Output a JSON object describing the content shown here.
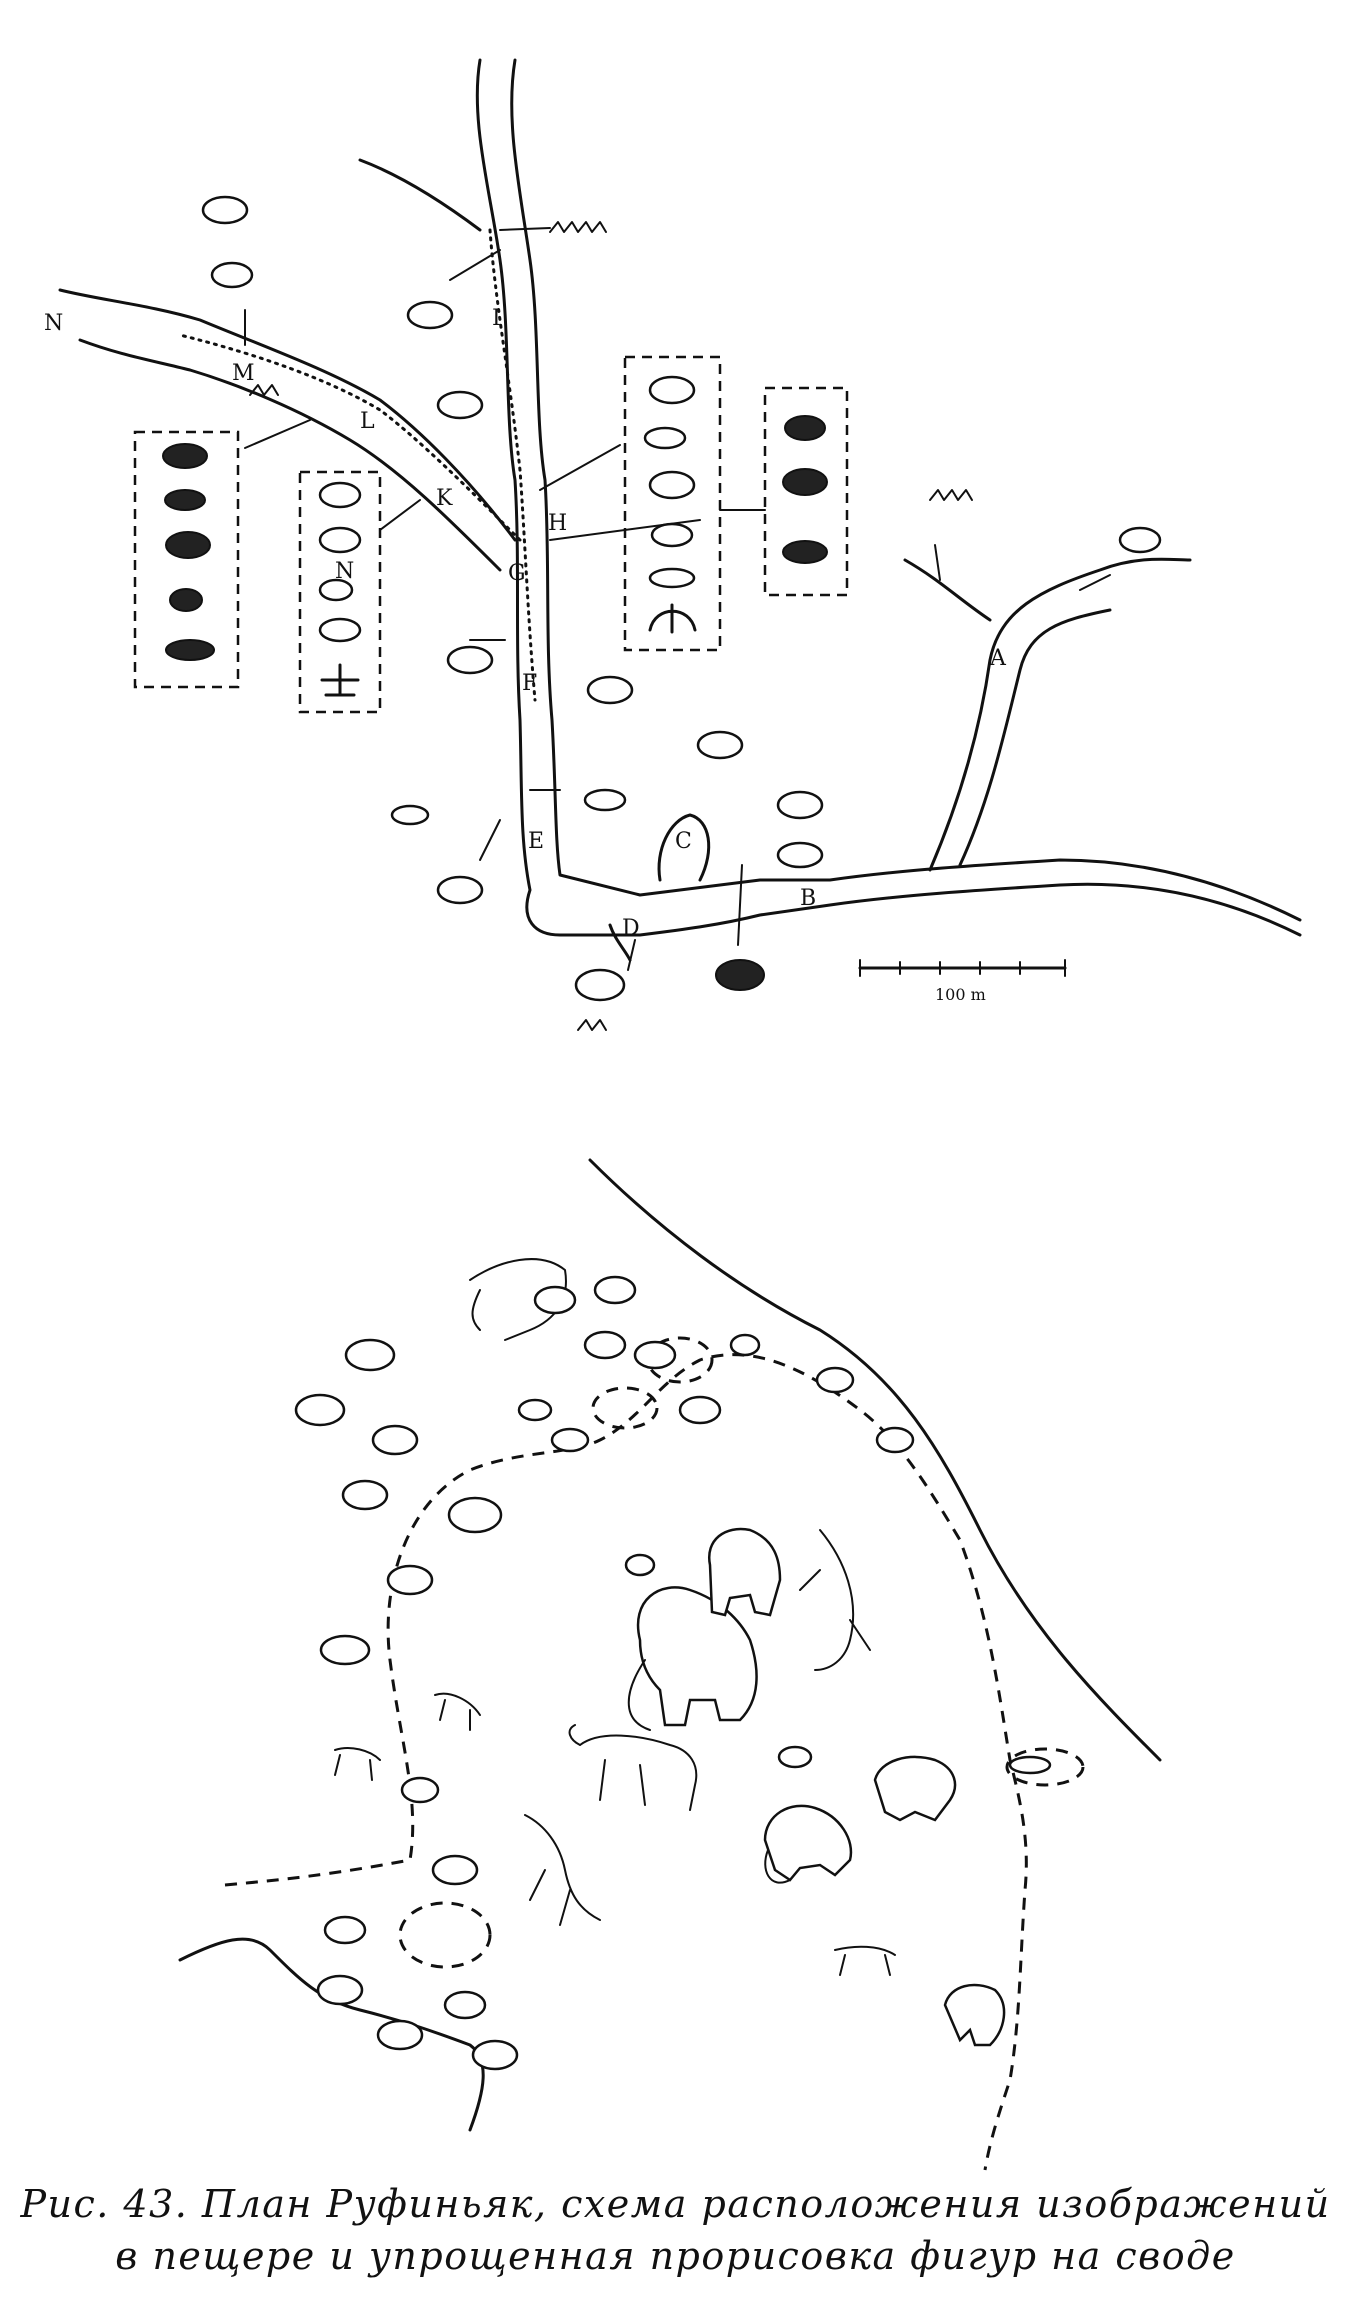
{
  "plan": {
    "point_labels": [
      "A",
      "B",
      "C",
      "D",
      "E",
      "F",
      "G",
      "H",
      "I",
      "K",
      "L",
      "M",
      "N",
      "N"
    ],
    "scale_label": "100 m"
  },
  "caption": {
    "line1": "Рис. 43. План Руфиньяк, схема расположения изображений",
    "line2": "в пещере и упрощенная прорисовка фигур на своде"
  }
}
